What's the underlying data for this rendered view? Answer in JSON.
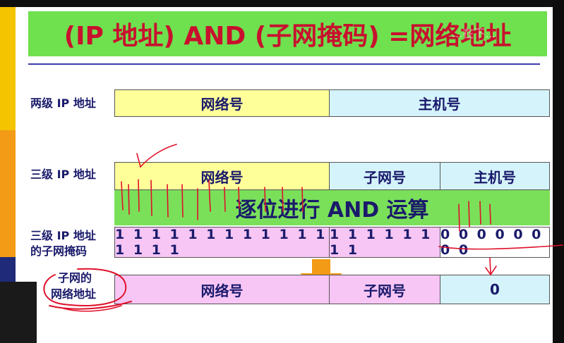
{
  "title": "(IP 地址) AND (子网掩码) =网络地址",
  "watermark": "...在下...",
  "rows": {
    "two_level": {
      "label": "两级 IP 地址",
      "net": "网络号",
      "host": "主机号"
    },
    "three_level": {
      "label": "三级 IP 地址",
      "net": "网络号",
      "subnet": "子网号",
      "host": "主机号"
    },
    "operation": "逐位进行 AND 运算",
    "mask": {
      "label_line1": "三级 IP 地址",
      "label_line2": "的子网掩码",
      "net_bits": "1 1 1 1 1 1 1 1 1 1 1 1 1 1 1 1",
      "subnet_bits": "1 1 1 1 1 1 1 1",
      "host_bits": "0 0 0 0 0 0 0 0"
    },
    "result": {
      "label_line1": "子网的",
      "label_line2": "网络地址",
      "net": "网络号",
      "subnet": "子网号",
      "host": "0"
    }
  },
  "colors": {
    "title_bg": "#6fe04e",
    "title_text": "#c8102e",
    "label_text": "#1a1a6b",
    "yellow_cell": "#ffff9a",
    "blue_cell": "#d4f3fb",
    "pink_cell": "#f7c6f5",
    "green_band": "#7ae05a",
    "arrow": "#f39a16",
    "annotation_ink": "#e0102a"
  }
}
